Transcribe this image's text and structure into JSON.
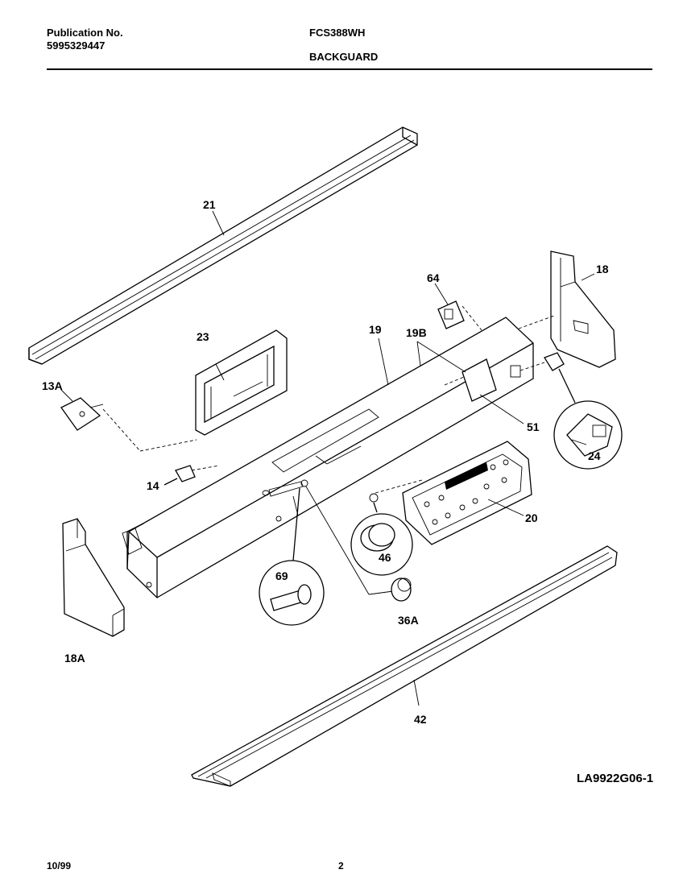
{
  "header": {
    "publication_label": "Publication No.",
    "publication_number": "5995329447",
    "model": "FCS388WH",
    "section": "BACKGUARD"
  },
  "callouts": {
    "c21": "21",
    "c23": "23",
    "c19": "19",
    "c19b": "19B",
    "c64": "64",
    "c18": "18",
    "c13a": "13A",
    "c51": "51",
    "c24": "24",
    "c14": "14",
    "c20": "20",
    "c46": "46",
    "c69": "69",
    "c36a": "36A",
    "c18a": "18A",
    "c42": "42"
  },
  "drawing_number": "LA9922G06-1",
  "footer": {
    "date": "10/99",
    "page": "2"
  }
}
